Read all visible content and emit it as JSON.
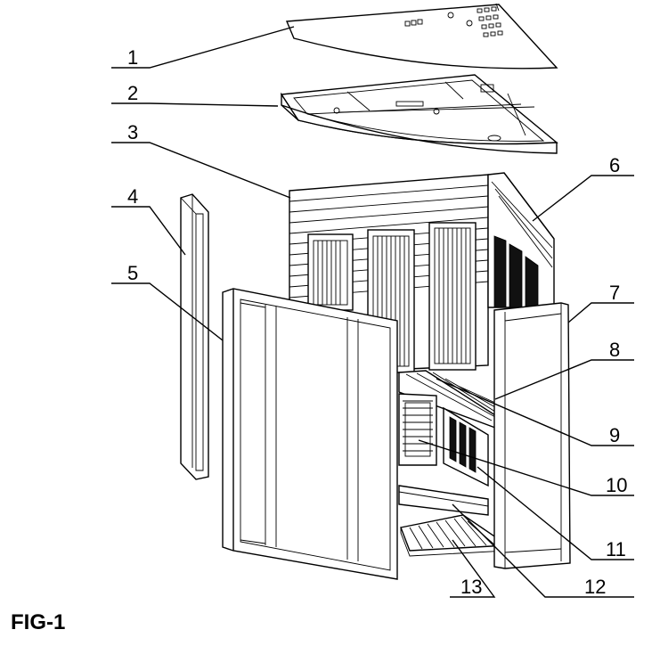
{
  "figure_label": "FIG-1",
  "parts": [
    {
      "number": "1"
    },
    {
      "number": "2"
    },
    {
      "number": "3"
    },
    {
      "number": "4"
    },
    {
      "number": "5"
    },
    {
      "number": "6"
    },
    {
      "number": "7"
    },
    {
      "number": "8"
    },
    {
      "number": "9"
    },
    {
      "number": "10"
    },
    {
      "number": "11"
    },
    {
      "number": "12"
    },
    {
      "number": "13"
    }
  ]
}
